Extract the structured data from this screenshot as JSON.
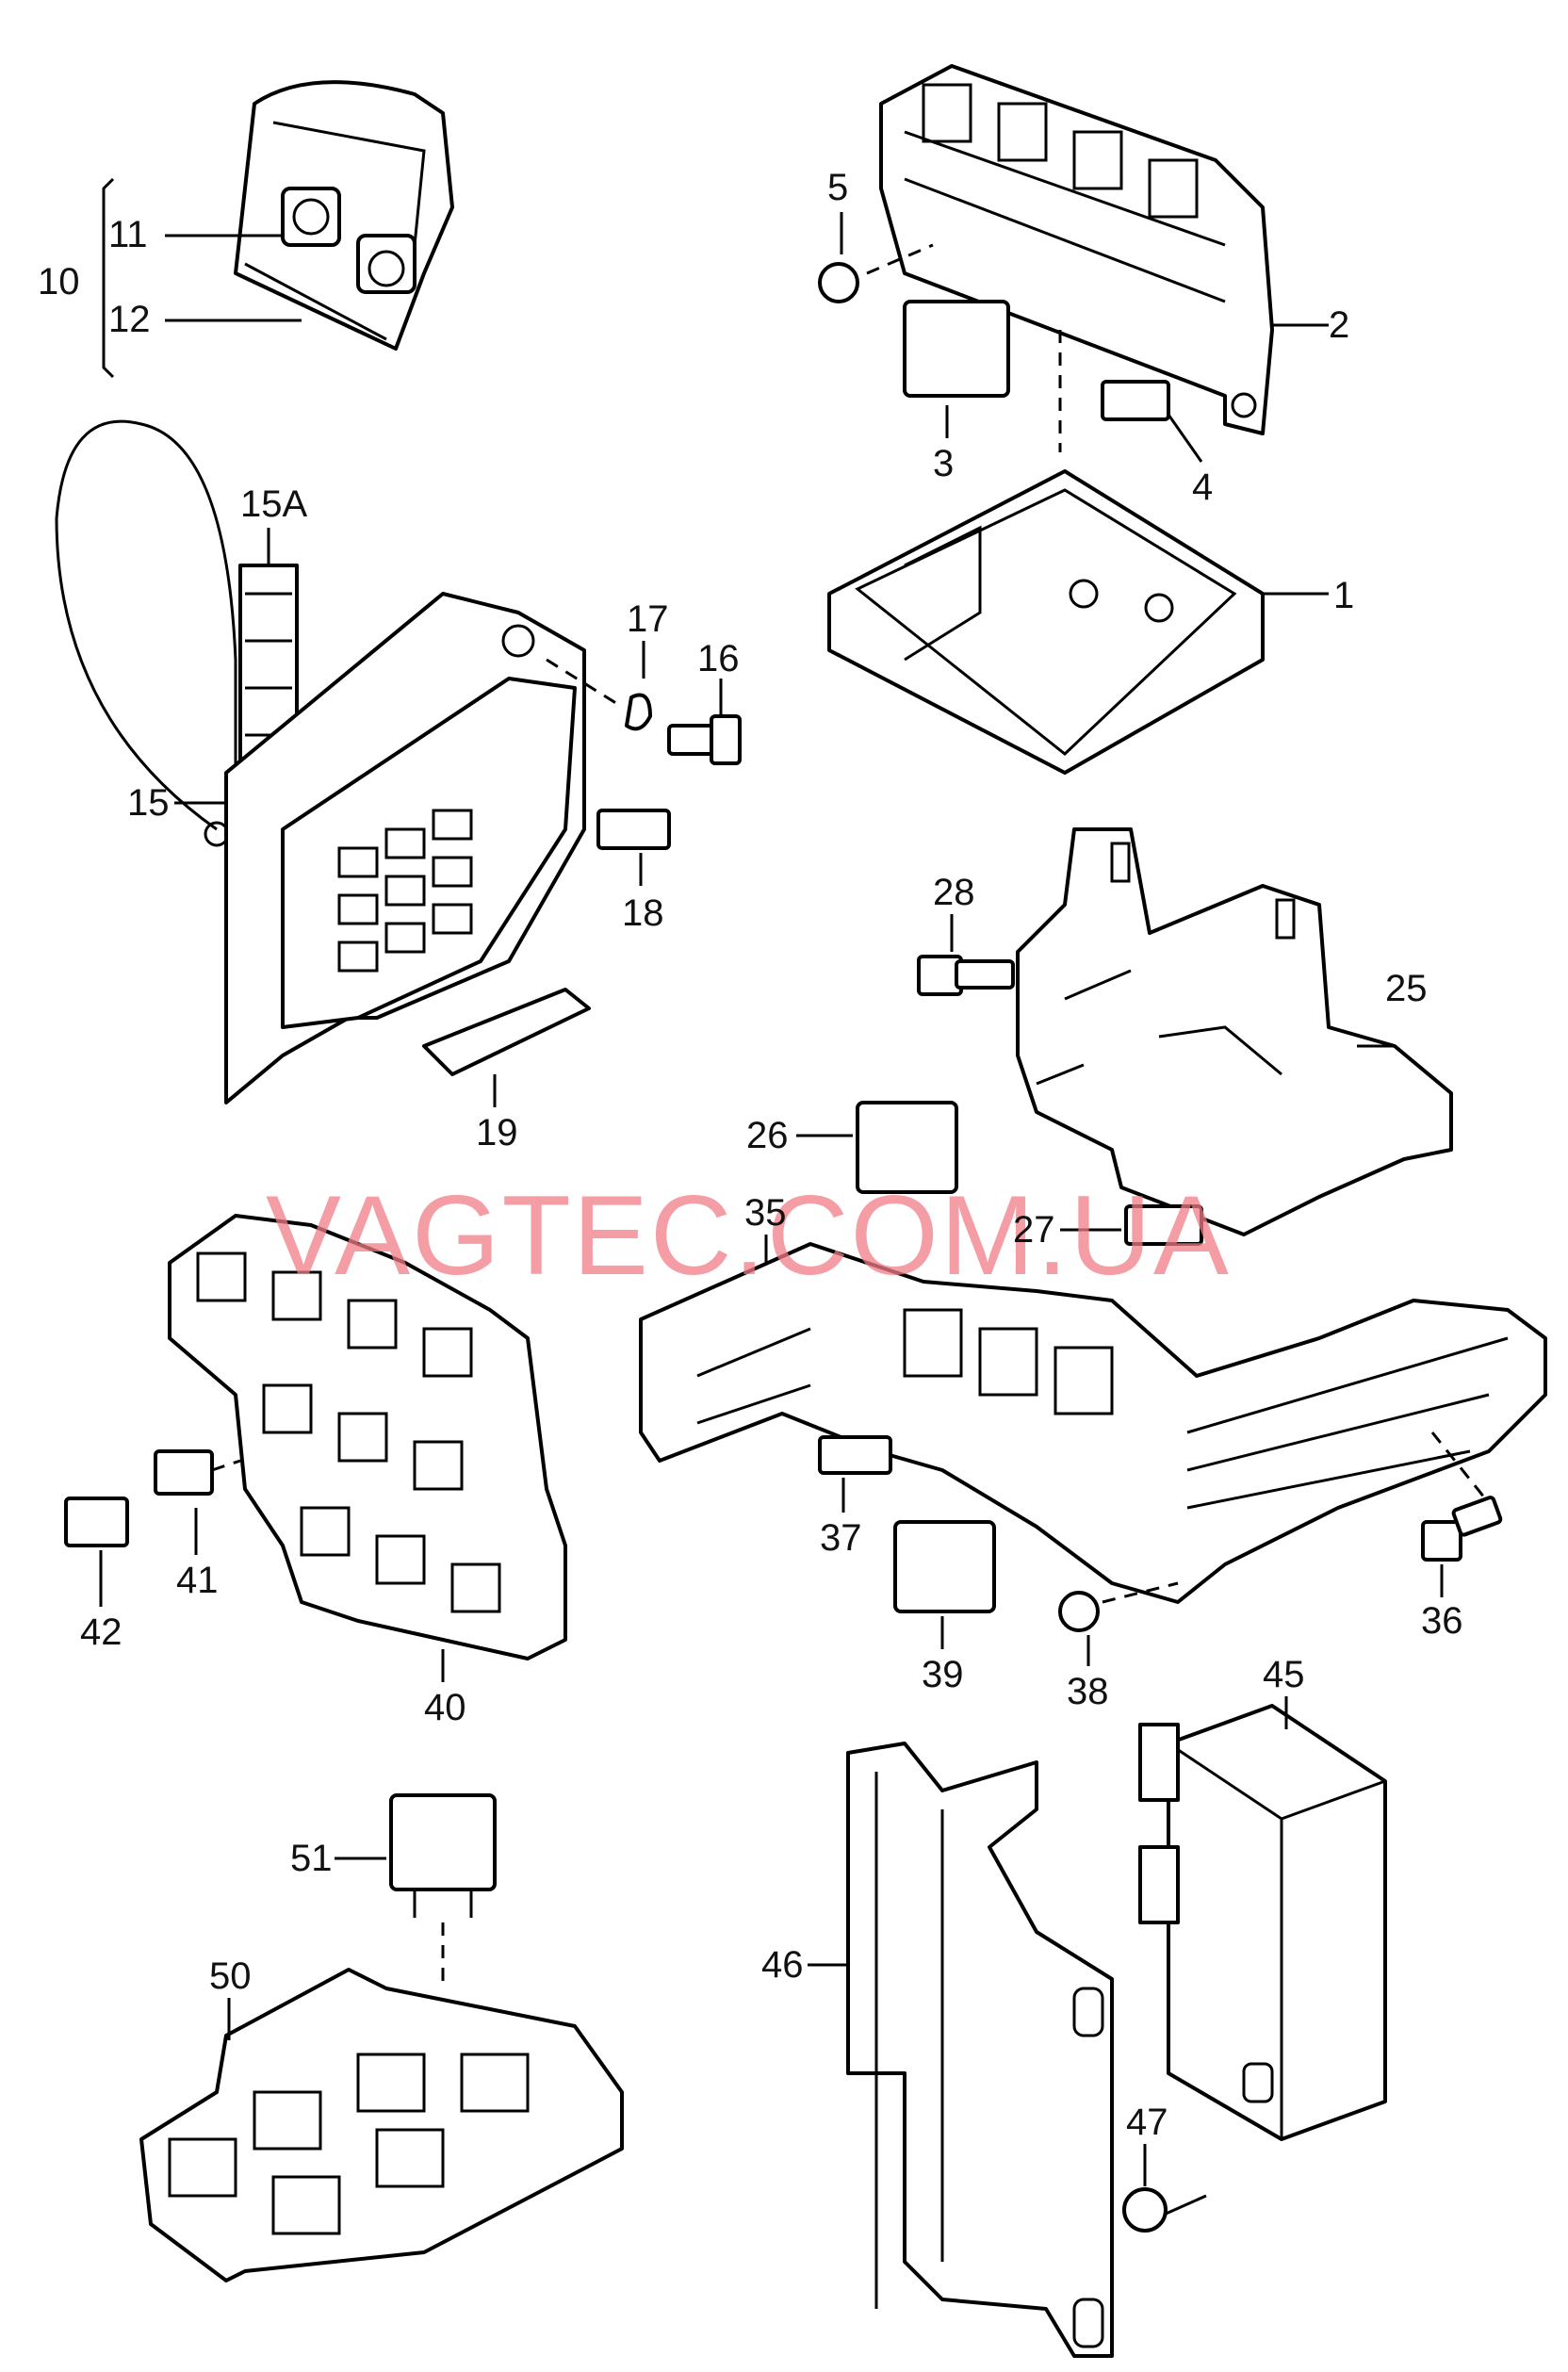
{
  "watermark": "VAGTEC.COM.UA",
  "callouts": {
    "c1": "1",
    "c2": "2",
    "c3": "3",
    "c4": "4",
    "c5": "5",
    "c10": "10",
    "c11": "11",
    "c12": "12",
    "c15": "15",
    "c15A": "15A",
    "c16": "16",
    "c17": "17",
    "c18": "18",
    "c19": "19",
    "c25": "25",
    "c26": "26",
    "c27": "27",
    "c28": "28",
    "c35": "35",
    "c36": "36",
    "c37": "37",
    "c38": "38",
    "c39": "39",
    "c40": "40",
    "c41": "41",
    "c42": "42",
    "c45": "45",
    "c46": "46",
    "c47": "47",
    "c50": "50",
    "c51": "51"
  }
}
